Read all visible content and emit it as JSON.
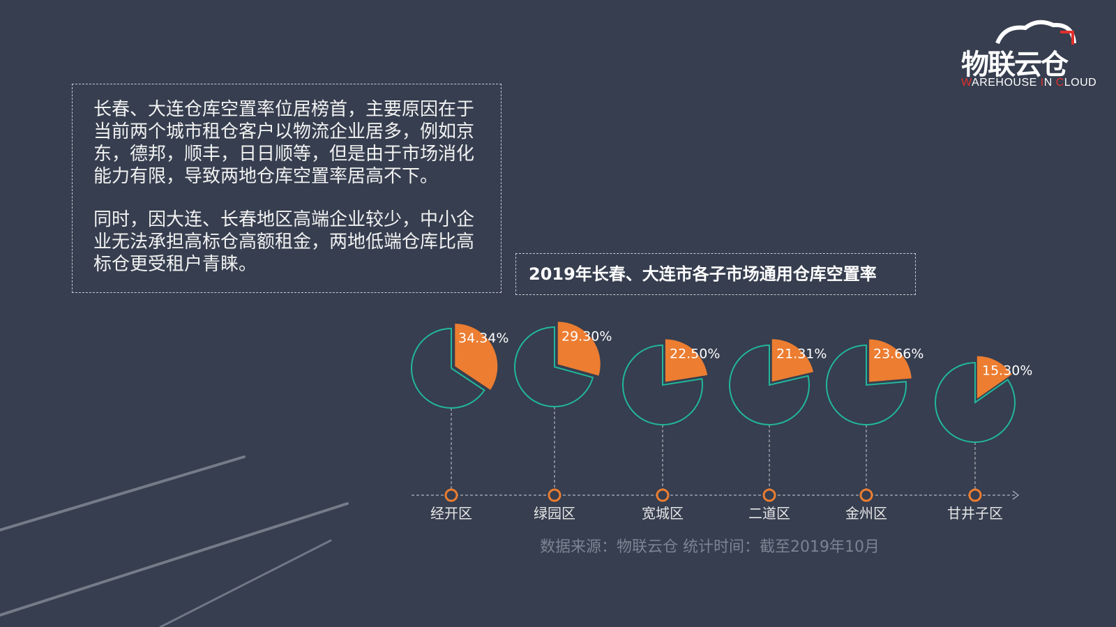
{
  "description": {
    "paragraphs": [
      [
        "长春、大连仓库空置率位居榜首，主要原因在于",
        "当前两个城市租仓客户以物流企业居多，例如京",
        "东，德邦，顺丰，日日顺等，但是由于市场消化",
        "能力有限，导致两地仓库空置率居高不下。"
      ],
      [
        "同时，因大连、长春地区高端企业较少，中小企",
        "业无法承担高标仓高额租金，两地低端仓库比高",
        "标仓更受租户青睐。"
      ]
    ]
  },
  "logo": {
    "cn": "物联云仓",
    "en_parts": [
      [
        "W",
        "r"
      ],
      [
        "AREHOUSE ",
        ""
      ],
      [
        "I",
        "r"
      ],
      [
        "N ",
        ""
      ],
      [
        "C",
        "r"
      ],
      [
        "LOUD",
        ""
      ]
    ]
  },
  "source": "数据来源：物联云仓 统计时间：截至2019年10月",
  "colors": {
    "background": "#363e4f",
    "slice": "#ec7d31",
    "ring": "#22b79b",
    "marker": "#ec7d31"
  },
  "chart_data": {
    "type": "pie",
    "title": "2019年长春、大连市各子市场通用仓库空置率",
    "categories": [
      "经开区",
      "绿园区",
      "宽城区",
      "二道区",
      "金州区",
      "甘井子区"
    ],
    "values": [
      34.34,
      29.3,
      22.5,
      21.31,
      23.66,
      15.3
    ],
    "labels": [
      "34.34%",
      "29.30%",
      "22.50%",
      "21.31%",
      "23.66%",
      "15.30%"
    ],
    "unit": "%"
  }
}
